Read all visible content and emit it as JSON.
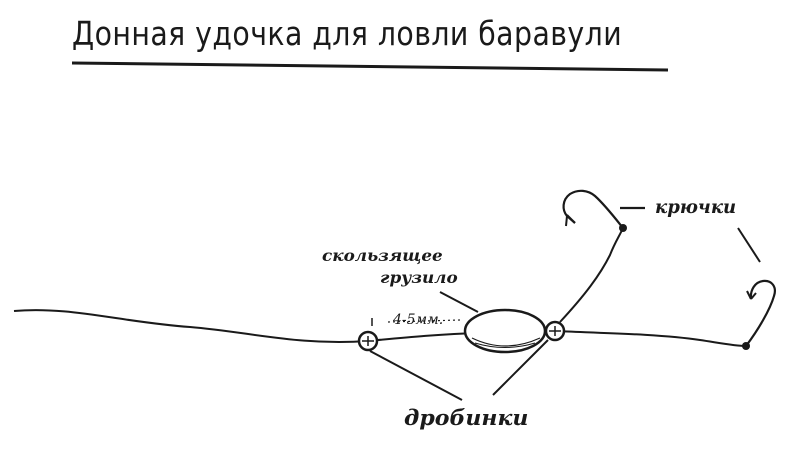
{
  "title": "Донная удочка для ловли баравули",
  "labels": {
    "hooks": "крючки",
    "sinker_line1": "скользящее",
    "sinker_line2": "грузило",
    "distance": "4-5мм.",
    "shot": "дробинки"
  },
  "colors": {
    "ink": "#1a1a1a",
    "paper": "#ffffff"
  }
}
